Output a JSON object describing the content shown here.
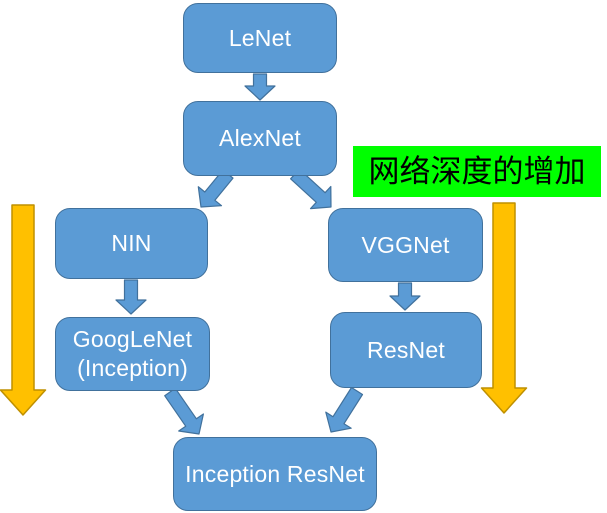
{
  "diagram": {
    "annotation": {
      "text": "网络深度的增加",
      "bg_color": "#00FF00",
      "text_color": "#000000"
    },
    "nodes": [
      {
        "id": "lenet",
        "label": "LeNet"
      },
      {
        "id": "alexnet",
        "label": "AlexNet"
      },
      {
        "id": "nin",
        "label": "NIN"
      },
      {
        "id": "vggnet",
        "label": "VGGNet"
      },
      {
        "id": "googlenet",
        "label": "GoogLeNet (Inception)"
      },
      {
        "id": "resnet",
        "label": "ResNet"
      },
      {
        "id": "inception_resnet",
        "label": "Inception ResNet"
      }
    ],
    "edges": [
      {
        "from": "LeNet",
        "to": "AlexNet"
      },
      {
        "from": "AlexNet",
        "to": "NIN"
      },
      {
        "from": "AlexNet",
        "to": "VGGNet"
      },
      {
        "from": "NIN",
        "to": "GoogLeNet (Inception)"
      },
      {
        "from": "VGGNet",
        "to": "ResNet"
      },
      {
        "from": "GoogLeNet (Inception)",
        "to": "Inception ResNet"
      },
      {
        "from": "ResNet",
        "to": "Inception ResNet"
      }
    ],
    "colors": {
      "node_fill": "#5B9BD5",
      "node_border": "#41719C",
      "node_text": "#FFFFFF",
      "depth_arrow_fill": "#FFC000",
      "depth_arrow_border": "#BF9000",
      "background": "#FFFFFF"
    }
  }
}
